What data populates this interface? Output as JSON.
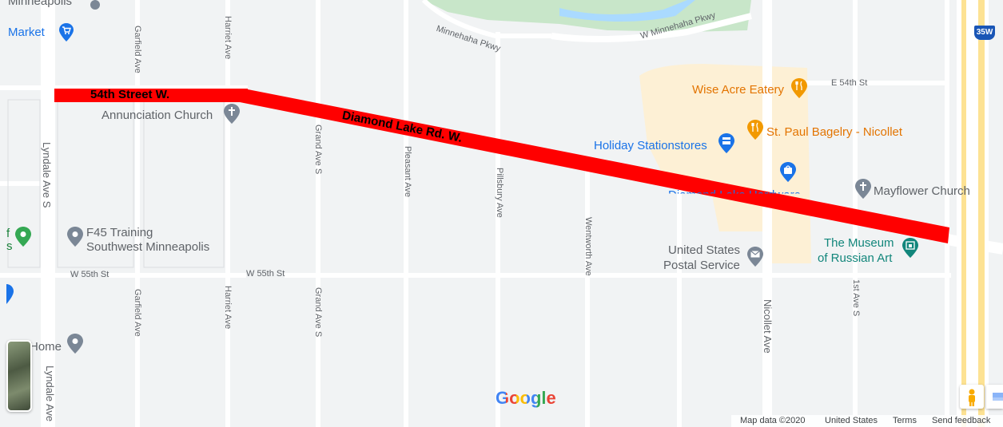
{
  "route": {
    "west_segment_label": "54th Street W.",
    "east_segment_label": "Diamond Lake Rd. W.",
    "color": "#ff0000"
  },
  "streets": {
    "minnehaha_pkwy_1": "Minnehaha Pkwy",
    "minnehaha_pkwy_2": "W Minnehaha Pkwy",
    "e_54th": "E 54th St",
    "w_55th_1": "W 55th St",
    "w_55th_2": "W 55th St",
    "lyndale_1": "Lyndale Ave S",
    "lyndale_2": "Lyndale Ave",
    "garfield_1": "Garfield Ave",
    "garfield_2": "Garfield Ave",
    "harriet_1": "Harriet Ave",
    "harriet_2": "Harriet Ave",
    "grand_1": "Grand Ave S",
    "grand_2": "Grand Ave S",
    "pleasant": "Pleasant Ave",
    "pillsbury": "Pillsbury Ave",
    "wentworth": "Wentworth Ave",
    "nicollet": "Nicollet Ave",
    "first_ave": "1st Ave S",
    "highway_shield": "35W"
  },
  "places": {
    "minneapolis_top": "Minneapolis",
    "market": "Market",
    "annunciation": "Annunciation Church",
    "wise_acre": "Wise Acre Eatery",
    "st_paul_bagelry": "St. Paul Bagelry - Nicollet",
    "holiday": "Holiday Stationstores",
    "diamond_hardware": "Diamond Lake Hardware",
    "mayflower": "Mayflower Church",
    "museum_line1": "The Museum",
    "museum_line2": "of Russian Art",
    "usps_line1": "United States",
    "usps_line2": "Postal Service",
    "f45_line1": "F45 Training",
    "f45_line2": "Southwest Minneapolis",
    "home": "Home",
    "left_cut_1": "f",
    "left_cut_2": "s"
  },
  "footer": {
    "logo": "Google",
    "map_data": "Map data ©2020",
    "country": "United States",
    "terms": "Terms",
    "feedback": "Send feedback"
  },
  "colors": {
    "background": "#f1f3f4",
    "road": "#ffffff",
    "park": "#c8e6c9",
    "water": "#aadaff",
    "commercial": "#fdf0d5",
    "highway": "#fde293",
    "poi_blue": "#1a73e8",
    "poi_orange": "#f29900",
    "poi_teal": "#12867b",
    "poi_gray": "#7b8796",
    "poi_green": "#34a853"
  }
}
